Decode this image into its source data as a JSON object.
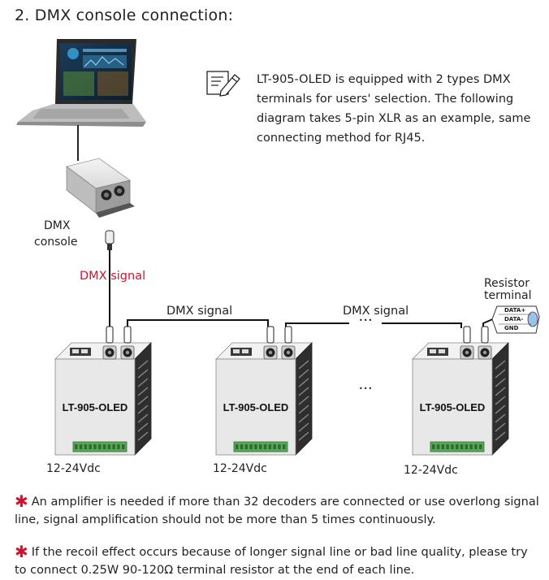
{
  "heading": "2. DMX console connection:",
  "note": "LT-905-OLED is equipped with 2 types DMX terminals for users' selection. The following diagram takes 5-pin XLR as an example, same connecting method for RJ45.",
  "console_label_line1": "DMX",
  "console_label_line2": "console",
  "dmx_signal_red": "DMX signal",
  "dmx_signal_1": "DMX signal",
  "dmx_signal_2": "DMX signal",
  "ellipsis_top": "•••",
  "ellipsis_mid": "•••",
  "resistor_label_line1": "Resistor",
  "resistor_label_line2": "terminal",
  "resistor_pins": [
    "DATA+",
    "DATA-",
    "GND"
  ],
  "devices": [
    {
      "name": "LT-905-OLED",
      "voltage": "12-24Vdc"
    },
    {
      "name": "LT-905-OLED",
      "voltage": "12-24Vdc"
    },
    {
      "name": "LT-905-OLED",
      "voltage": "12-24Vdc"
    }
  ],
  "footnotes": [
    "An amplifier is needed if more than 32 decoders are connected or use overlong signal line, signal amplification should not be more than 5 times continuously.",
    "If the recoil effect occurs because of longer signal line or bad line quality, please try to connect 0.25W 90-120Ω terminal resistor at the end of each line."
  ],
  "colors": {
    "accent_red": "#d0122c",
    "device_body": "#e8e8e8",
    "terminal_green": "#5aa85a"
  }
}
